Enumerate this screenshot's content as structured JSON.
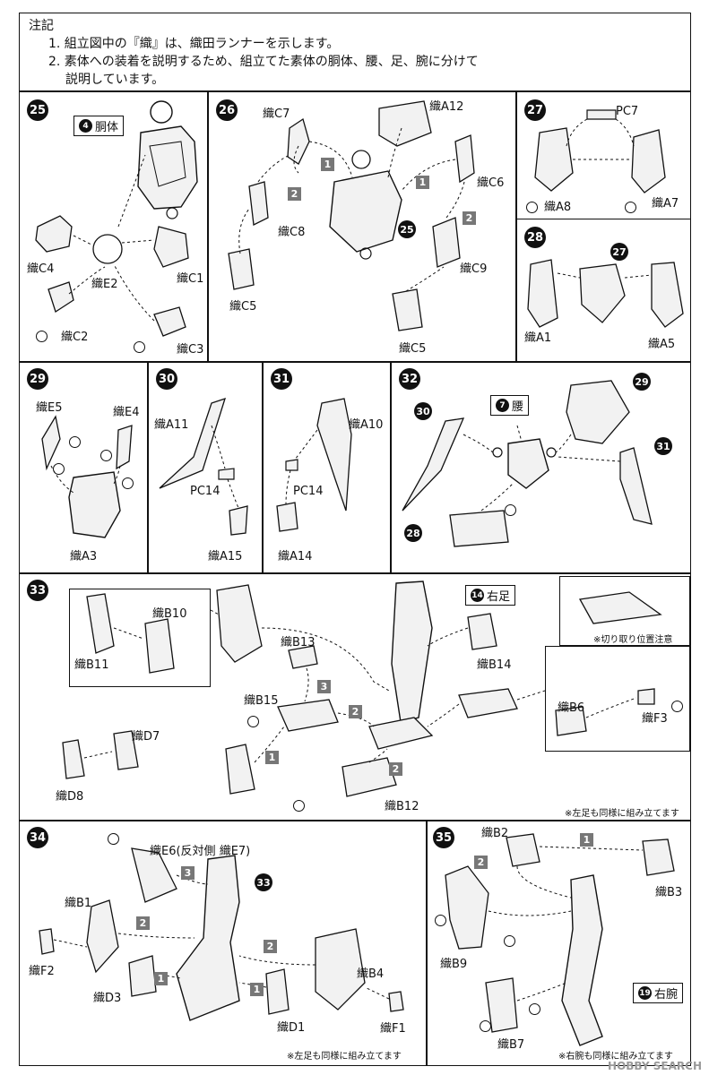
{
  "notes": {
    "heading": "注記",
    "line1": "1. 組立図中の『織』は、織田ランナーを示します。",
    "line2": "2. 素体への装着を説明するため、組立てた素体の胴体、腰、足、腕に分けて",
    "line3": "説明しています。"
  },
  "steps": {
    "s25": {
      "num": "25",
      "box_num": "4",
      "box_text": "胴体",
      "parts": [
        "織C4",
        "織E2",
        "織C1",
        "織C2",
        "織C3"
      ]
    },
    "s26": {
      "num": "26",
      "parts": [
        "織C7",
        "織A12",
        "織C6",
        "織C8",
        "織C9",
        "織C5",
        "織C5"
      ],
      "ref": "25"
    },
    "s27": {
      "num": "27",
      "parts": [
        "PC7",
        "織A8",
        "織A7"
      ]
    },
    "s28": {
      "num": "28",
      "parts": [
        "織A1",
        "織A5"
      ],
      "ref": "27"
    },
    "s29": {
      "num": "29",
      "parts": [
        "織E5",
        "織E4",
        "織A3"
      ]
    },
    "s30": {
      "num": "30",
      "parts": [
        "織A11",
        "PC14",
        "織A15"
      ]
    },
    "s31": {
      "num": "31",
      "parts": [
        "織A10",
        "PC14",
        "織A14"
      ]
    },
    "s32": {
      "num": "32",
      "box_num": "7",
      "box_text": "腰",
      "refs": [
        "30",
        "29",
        "31",
        "28"
      ]
    },
    "s33": {
      "num": "33",
      "box_num": "14",
      "box_text": "右足",
      "parts": [
        "織B10",
        "織B11",
        "織B13",
        "織B14",
        "織B15",
        "織D7",
        "織D8",
        "織B12",
        "織B6",
        "織F3"
      ],
      "cut_note": "※切り取り位置注意",
      "footnote": "※左足も同様に組み立てます"
    },
    "s34": {
      "num": "34",
      "ref": "33",
      "parts": [
        "織E6(反対側 織E7)",
        "織B1",
        "織F2",
        "織D3",
        "織B4",
        "織D1",
        "織F1"
      ],
      "footnote": "※左足も同様に組み立てます"
    },
    "s35": {
      "num": "35",
      "box_num": "19",
      "box_text": "右腕",
      "parts": [
        "織B2",
        "織B3",
        "織B9",
        "織B7"
      ],
      "footnote": "※右腕も同様に組み立てます"
    }
  },
  "step_markers": [
    "1",
    "2",
    "3"
  ],
  "watermark": "HOBBY SEARCH"
}
